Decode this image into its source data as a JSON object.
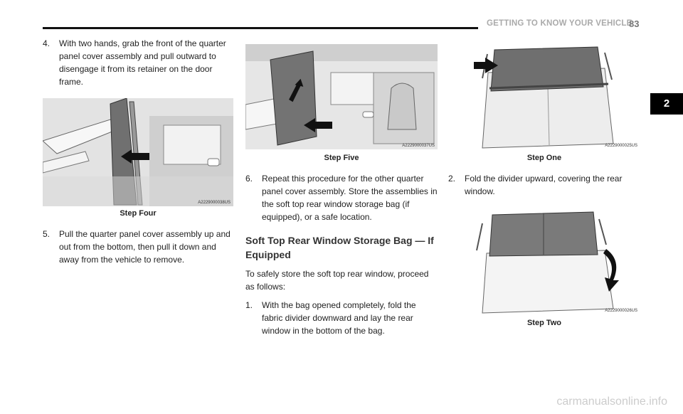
{
  "header": {
    "title": "GETTING TO KNOW YOUR VEHICLE",
    "page_number": "83"
  },
  "chapter_tab": "2",
  "column1": {
    "step4": {
      "number": "4.",
      "text": "With two hands, grab the front of the quarter panel cover assembly and pull outward to disengage it from its retainer on the door frame."
    },
    "figure1": {
      "code": "A2229000038US",
      "caption": "Step Four"
    },
    "step5": {
      "number": "5.",
      "text": "Pull the quarter panel cover assembly up and out from the bottom, then pull it down and away from the vehicle to remove."
    }
  },
  "column2": {
    "figure2": {
      "code": "A2229000037US",
      "caption": "Step Five"
    },
    "step6": {
      "number": "6.",
      "text": "Repeat this procedure for the other quarter panel cover assembly. Store the assemblies in the soft top rear window storage bag (if equipped), or a safe location."
    },
    "section_heading": "Soft Top Rear Window Storage Bag — If Equipped",
    "intro": "To safely store the soft top rear window, proceed as follows:",
    "step1": {
      "number": "1.",
      "text": "With the bag opened completely, fold the fabric divider downward and lay the rear window in the bottom of the bag."
    }
  },
  "column3": {
    "figure3": {
      "code": "A2229000025US",
      "caption": "Step One"
    },
    "step2": {
      "number": "2.",
      "text": "Fold the divider upward, covering the rear window."
    },
    "figure4": {
      "code": "A2229000026US",
      "caption": "Step Two"
    }
  },
  "watermark": "carmanualsonline.info"
}
